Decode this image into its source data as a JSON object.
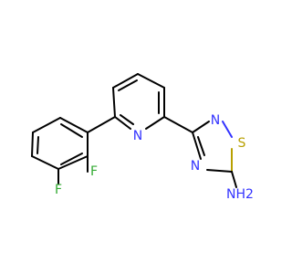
{
  "atoms": {
    "n_pyridine": "N",
    "n_thiadiazole_top": "N",
    "n_thiadiazole_bottom": "N",
    "s_thiadiazole": "S",
    "f_top": "F",
    "f_bottom": "F",
    "nh2": "NH2"
  },
  "colors": {
    "bond": "#000000",
    "nitrogen": "#3333ff",
    "sulfur": "#b8a000",
    "fluorine": "#33aa33"
  }
}
